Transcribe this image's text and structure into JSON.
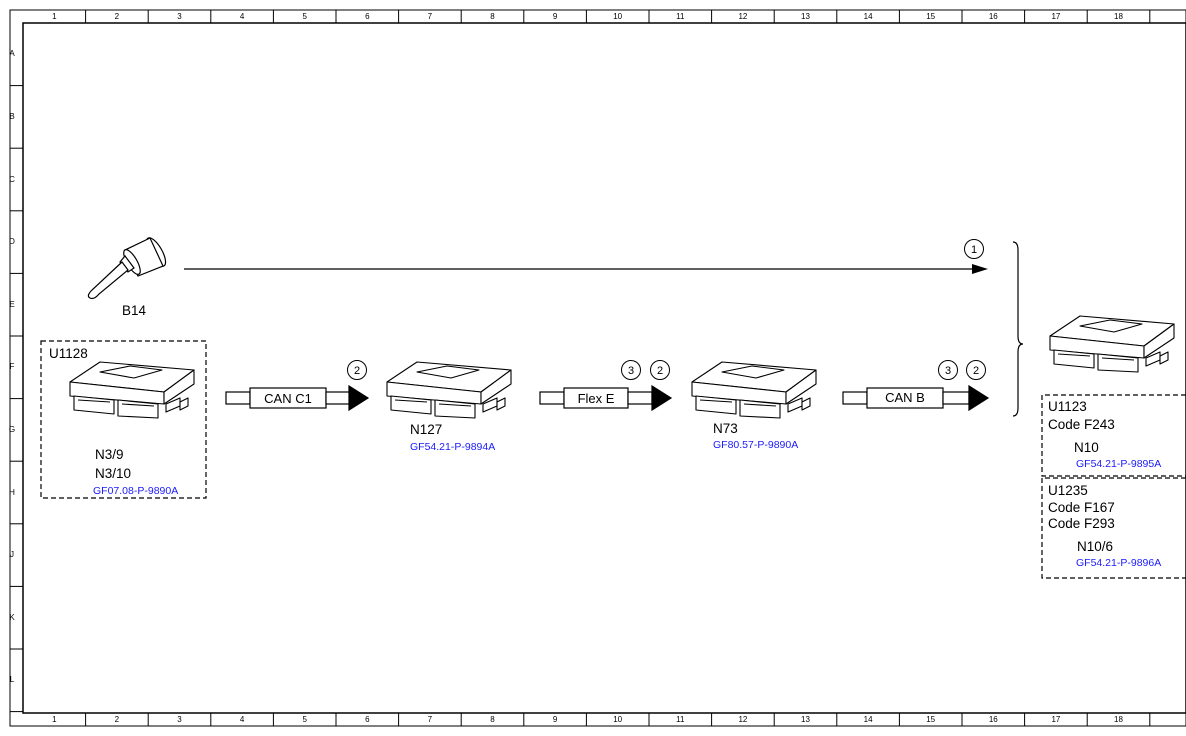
{
  "frame": {
    "columns": [
      "1",
      "2",
      "3",
      "4",
      "5",
      "6",
      "7",
      "8",
      "9",
      "10",
      "11",
      "12",
      "13",
      "14",
      "15",
      "16",
      "17",
      "18"
    ],
    "rows": [
      "A",
      "B",
      "C",
      "D",
      "E",
      "F",
      "G",
      "H",
      "J",
      "K",
      "L"
    ]
  },
  "components": {
    "b14": {
      "label": "B14"
    },
    "u1128": {
      "label": "U1128",
      "line1": "N3/9",
      "line2": "N3/10",
      "ref": "GF07.08-P-9890A"
    },
    "n127": {
      "label": "N127",
      "ref": "GF54.21-P-9894A"
    },
    "n73": {
      "label": "N73",
      "ref": "GF80.57-P-9890A"
    },
    "u1123": {
      "label": "U1123",
      "code": "Code F243",
      "name": "N10",
      "ref": "GF54.21-P-9895A"
    },
    "u1235": {
      "label": "U1235",
      "code1": "Code F167",
      "code2": "Code F293",
      "name": "N10/6",
      "ref": "GF54.21-P-9896A"
    }
  },
  "buses": {
    "can_c1": "CAN C1",
    "flex_e": "Flex E",
    "can_b": "CAN B"
  },
  "markers": {
    "m1": "1",
    "m2a": "2",
    "m3b": "3",
    "m2b": "2",
    "m3c": "3",
    "m2c": "2"
  },
  "colors": {
    "reference": "#1a1aff",
    "line": "#000000"
  }
}
